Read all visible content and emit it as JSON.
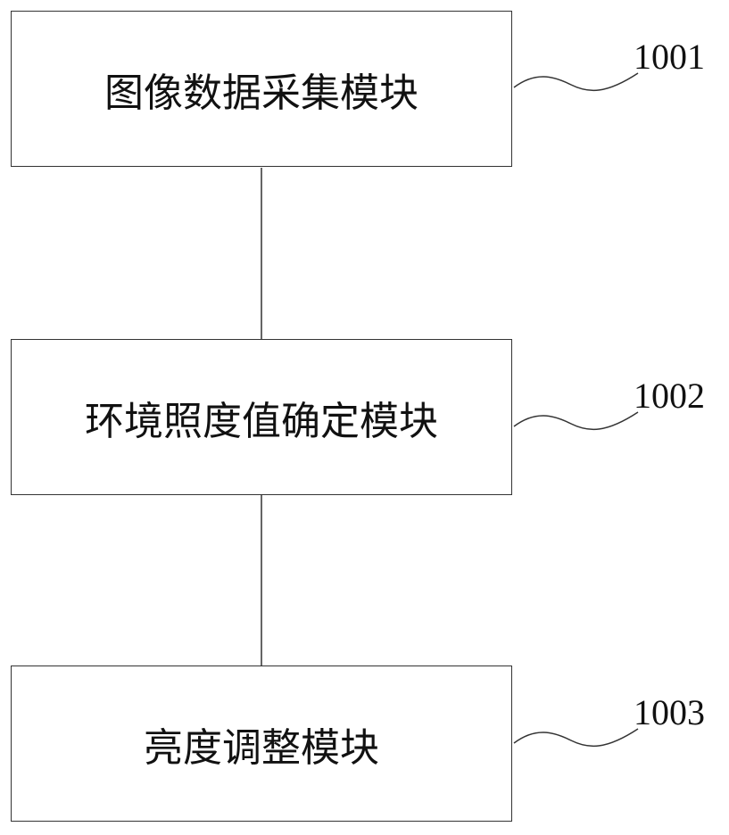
{
  "modules": [
    {
      "label": "图像数据采集模块",
      "ref": "1001"
    },
    {
      "label": "环境照度值确定模块",
      "ref": "1002"
    },
    {
      "label": "亮度调整模块",
      "ref": "1003"
    }
  ]
}
